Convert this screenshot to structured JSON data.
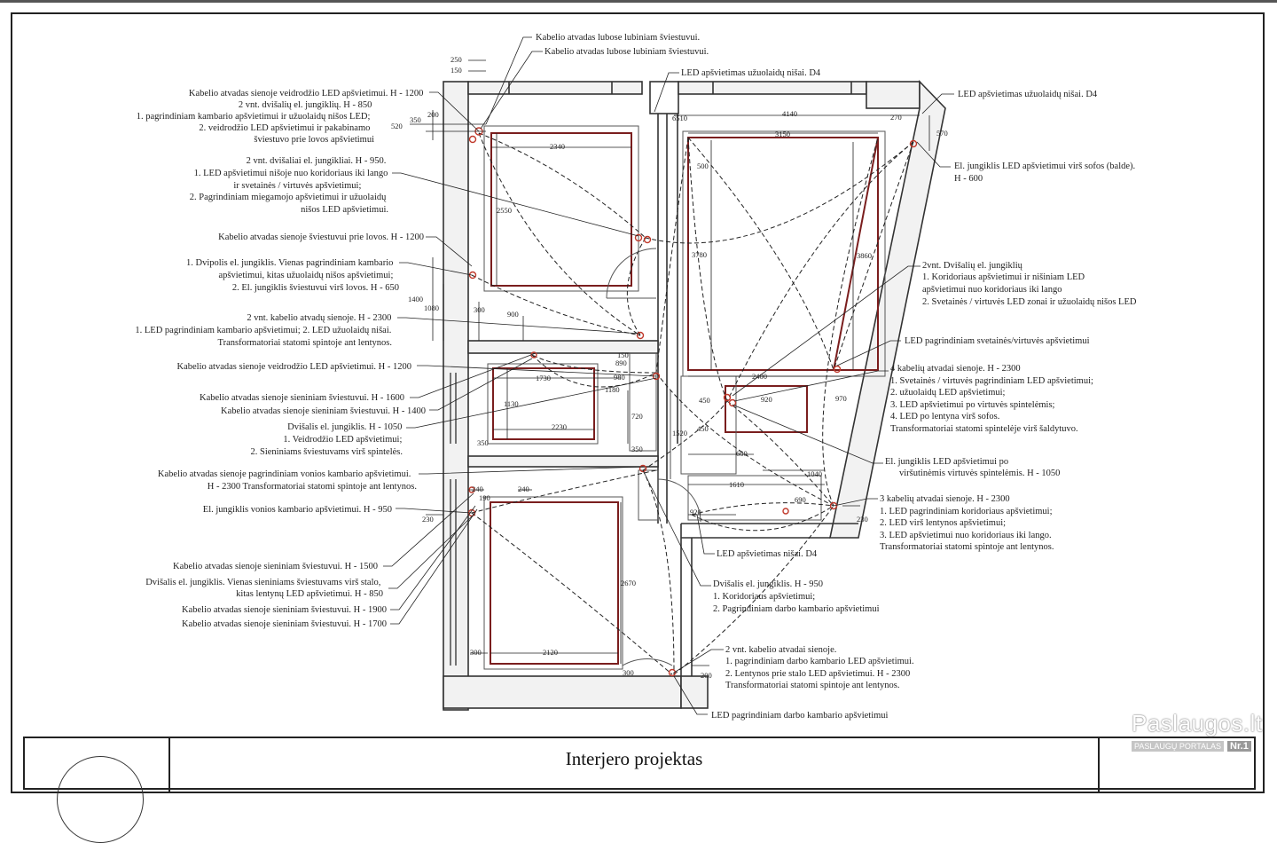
{
  "title_block": {
    "title": "Interjero projektas"
  },
  "watermark": {
    "name": "Paslaugos.lt",
    "subtitle": "PASLAUGŲ PORTALAS",
    "badge": "Nr.1"
  },
  "colors": {
    "wall": "#333333",
    "furniture": "#7a1e1e",
    "outlet": "#c0392b",
    "line": "#222222"
  },
  "dimensions": {
    "d250": "250",
    "d150": "150",
    "d350": "350",
    "d200": "200",
    "d520": "520",
    "d2340": "2340",
    "d2550": "2550",
    "d300a": "300",
    "d900": "900",
    "d1400": "1400",
    "d1080": "1080",
    "d6510": "6510",
    "d4140": "4140",
    "d270": "270",
    "d570": "570",
    "d3150": "3150",
    "d500": "500",
    "d3780": "3780",
    "d3860": "3860",
    "d2400": "2400",
    "d970": "970",
    "d150b": "150",
    "d890": "890",
    "d1730": "1730",
    "d980": "980",
    "d1180": "1180",
    "d1130": "1130",
    "d2230": "2230",
    "d720": "720",
    "d350b": "350",
    "d350c": "350",
    "d1520": "1520",
    "d450": "450",
    "d920": "920",
    "d450b": "450",
    "d600": "600",
    "d1610": "1610",
    "d1040": "1040",
    "d690": "690",
    "d230": "230",
    "d920b": "920",
    "d240a": "240",
    "d240b": "240",
    "d190": "190",
    "d230b": "230",
    "d2670": "2670",
    "d300b": "300",
    "d2120": "2120",
    "d300c": "300",
    "d200b": "200"
  },
  "annotations": [
    {
      "lines": [
        "Kabelio atvadas lubose lubiniam šviestuvui."
      ]
    },
    {
      "lines": [
        "Kabelio atvadas lubose lubiniam šviestuvui."
      ]
    },
    {
      "lines": [
        "LED apšvietimas užuolaidų nišai. D4"
      ]
    },
    {
      "lines": [
        "LED apšvietimas užuolaidų nišai. D4"
      ]
    },
    {
      "lines": [
        "Kabelio atvadas sienoje veidrodžio LED apšvietimui. H - 1200",
        "2 vnt. dvišalių el. jungiklių. H - 850",
        "1. pagrindiniam kambario apšvietimui ir užuolaidų nišos LED;",
        "2. veidrodžio LED apšvietimui ir pakabinamo",
        "šviestuvo prie lovos apšvietimui"
      ]
    },
    {
      "lines": [
        "2 vnt. dvišaliai el. jungikliai. H - 950.",
        "1. LED apšvietimui nišoje nuo koridoriaus iki lango",
        "ir svetainės / virtuvės apšvietimui;",
        "2. Pagrindiniam miegamojo apšvietimui ir užuolaidų",
        "nišos LED apšvietimui."
      ]
    },
    {
      "lines": [
        "El. jungiklis LED apšvietimui virš sofos (balde).",
        "H - 600"
      ]
    },
    {
      "lines": [
        "Kabelio atvadas sienoje šviestuvui prie lovos. H - 1200"
      ]
    },
    {
      "lines": [
        "1. Dvipolis el. jungiklis. Vienas pagrindiniam kambario",
        "apšvietimui, kitas užuolaidų nišos apšvietimui;",
        "2. El. jungiklis šviestuvui virš lovos. H - 650"
      ]
    },
    {
      "lines": [
        "2vnt. Dvišalių el. jungiklių",
        "1. Koridoriaus apšvietimui ir nišiniam LED",
        "apšvietimui nuo koridoriaus iki lango",
        "2. Svetainės / virtuvės LED zonai ir užuolaidų nišos LED"
      ]
    },
    {
      "lines": [
        "2 vnt. kabelio atvadų sienoje. H - 2300",
        "1. LED pagrindiniam kambario apšvietimui; 2. LED užuolaidų nišai.",
        "Transformatoriai statomi spintoje ant lentynos."
      ]
    },
    {
      "lines": [
        "LED pagrindiniam svetainės/virtuvės apšvietimui"
      ]
    },
    {
      "lines": [
        "Kabelio atvadas sienoje veidrodžio LED apšvietimui. H - 1200"
      ]
    },
    {
      "lines": [
        "4 kabelių atvadai sienoje. H - 2300",
        "1. Svetainės / virtuvės pagrindiniam LED apšvietimui;",
        "2. užuolaidų LED apšvietimui;",
        "3. LED apšvietimui po virtuvės spintelėmis;",
        "4. LED po lentyna virš sofos.",
        "Transformatoriai statomi spintelėje virš šaldytuvo."
      ]
    },
    {
      "lines": [
        "Kabelio atvadas sienoje sieniniam šviestuvui. H - 1600"
      ]
    },
    {
      "lines": [
        "Kabelio atvadas sienoje sieniniam šviestuvui. H - 1400"
      ]
    },
    {
      "lines": [
        "Dvišalis el. jungiklis. H - 1050",
        "1. Veidrodžio LED apšvietimui;",
        "2. Sieniniams šviestuvams virš spintelės."
      ]
    },
    {
      "lines": [
        "El. jungiklis LED apšvietimui po",
        "viršutinėmis virtuvės spintelėmis. H - 1050"
      ]
    },
    {
      "lines": [
        "Kabelio atvadas sienoje pagrindiniam vonios kambario apšvietimui.",
        "H - 2300 Transformatoriai statomi spintoje ant lentynos."
      ]
    },
    {
      "lines": [
        "3 kabelių atvadai sienoje. H - 2300",
        "1. LED pagrindiniam koridoriaus apšvietimui;",
        "2. LED virš lentynos apšvietimui;",
        "3. LED apšvietimui nuo koridoriaus iki lango.",
        "Transformatoriai statomi spintoje ant lentynos."
      ]
    },
    {
      "lines": [
        "El. jungiklis vonios kambario apšvietimui. H - 950"
      ]
    },
    {
      "lines": [
        "LED apšvietimas nišai. D4"
      ]
    },
    {
      "lines": [
        "Kabelio atvadas sienoje sieniniam šviestuvui. H - 1500"
      ]
    },
    {
      "lines": [
        "Dvišalis el. jungiklis. Vienas sieniniams šviestuvams virš stalo,",
        "kitas lentynų LED apšvietimui. H - 850"
      ]
    },
    {
      "lines": [
        "Dvišalis el. jungiklis. H - 950",
        "1. Koridoriaus apšvietimui;",
        "2. Pagrindiniam darbo kambario apšvietimui"
      ]
    },
    {
      "lines": [
        "Kabelio atvadas sienoje sieniniam šviestuvui. H - 1900"
      ]
    },
    {
      "lines": [
        "Kabelio atvadas sienoje sieniniam šviestuvui. H - 1700"
      ]
    },
    {
      "lines": [
        "2 vnt. kabelio atvadai sienoje.",
        "1. pagrindiniam darbo kambario LED apšvietimui.",
        "2. Lentynos prie stalo LED apšvietimui. H - 2300",
        "Transformatoriai statomi spintoje ant lentynos."
      ]
    },
    {
      "lines": [
        "LED pagrindiniam darbo kambario apšvietimui"
      ]
    }
  ]
}
